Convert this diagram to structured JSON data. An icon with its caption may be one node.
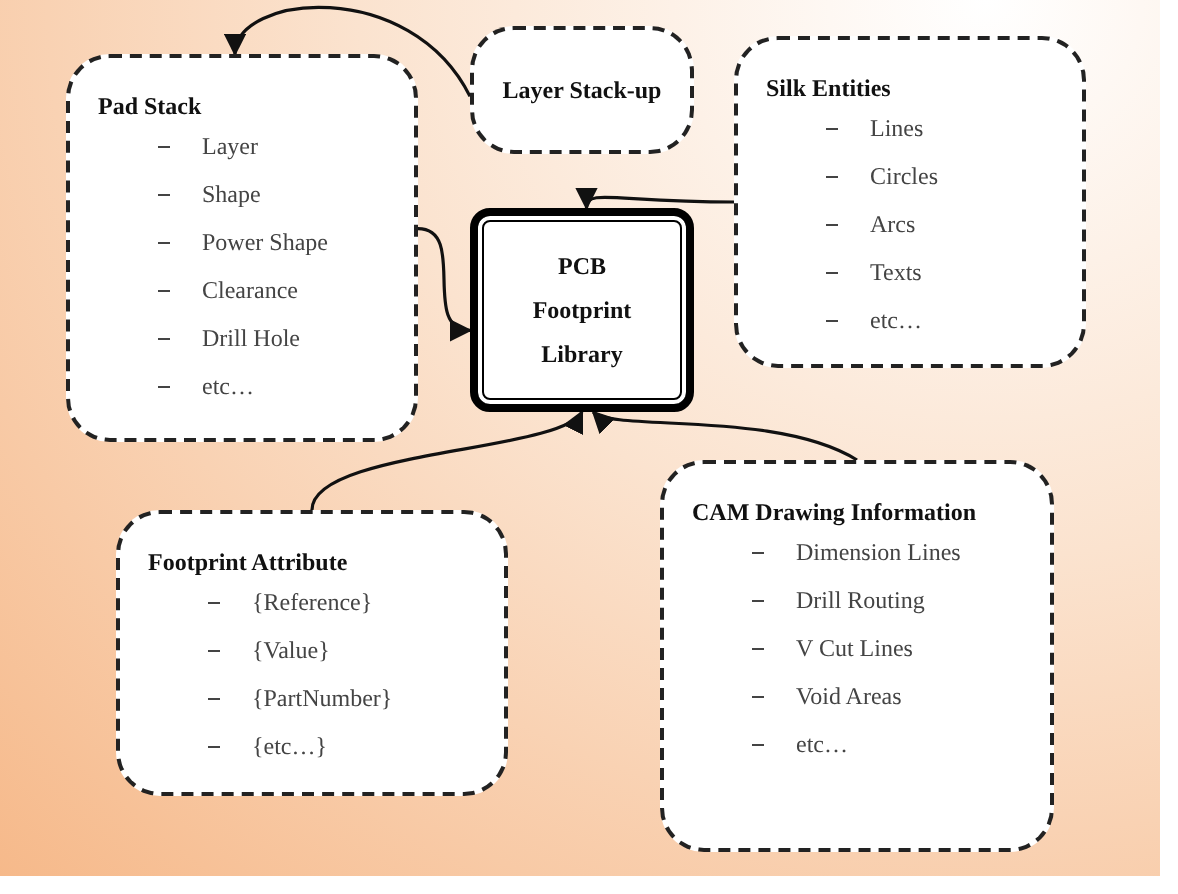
{
  "diagram": {
    "nodes": [
      {
        "text": [
          "Pad Stack",
          "Layer",
          "Shape",
          "Power Shape",
          "Clearance",
          "Drill Hole",
          "etc…"
        ]
      },
      {
        "text": [
          "Layer Stack-up"
        ]
      },
      {
        "text": [
          "Silk Entities",
          "Lines",
          "Circles",
          "Arcs",
          "Texts",
          "etc…"
        ]
      },
      {
        "text": [
          "PCB Footprint Library"
        ]
      },
      {
        "text": [
          "Footprint Attribute",
          "{Reference}",
          "{Value}",
          "{PartNumber}",
          "{etc…}"
        ]
      },
      {
        "text": [
          "CAM Drawing Information",
          "Dimension Lines",
          "Drill Routing",
          "V Cut Lines",
          "Void Areas",
          "etc…"
        ]
      }
    ],
    "edges": [
      {
        "from": 1,
        "to": 0,
        "arrow": "to"
      },
      {
        "from": 0,
        "to": 3,
        "arrow": "to"
      },
      {
        "from": 2,
        "to": 3,
        "arrow": "to"
      },
      {
        "from": 4,
        "to": 3,
        "arrow": "to"
      },
      {
        "from": 5,
        "to": 3,
        "arrow": "to"
      }
    ]
  }
}
